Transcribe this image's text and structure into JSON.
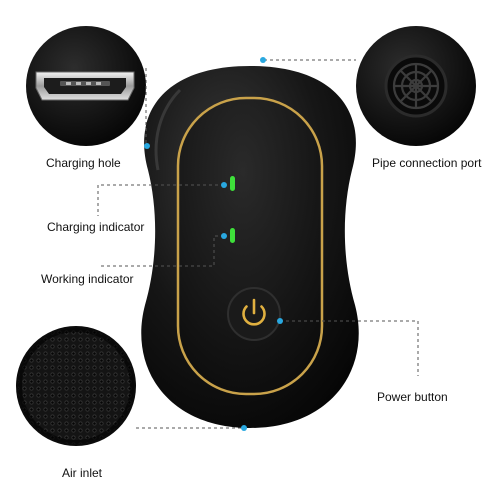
{
  "callouts": {
    "charging_hole": "Charging hole",
    "pipe_connection_port": "Pipe connection port",
    "charging_indicator": "Charging indicator",
    "working_indicator": "Working indicator",
    "power_button": "Power button",
    "air_inlet": "Air inlet"
  },
  "icons": {
    "power": "power-icon",
    "usb": "micro-usb-port-icon",
    "port": "pipe-port-grille-icon",
    "inlet": "air-inlet-grille-icon"
  },
  "colors": {
    "body": "#111111",
    "trim": "#c9a24a",
    "led": "#3ee03a",
    "callout_dot": "#29a8e0",
    "callout_line": "#555555"
  }
}
